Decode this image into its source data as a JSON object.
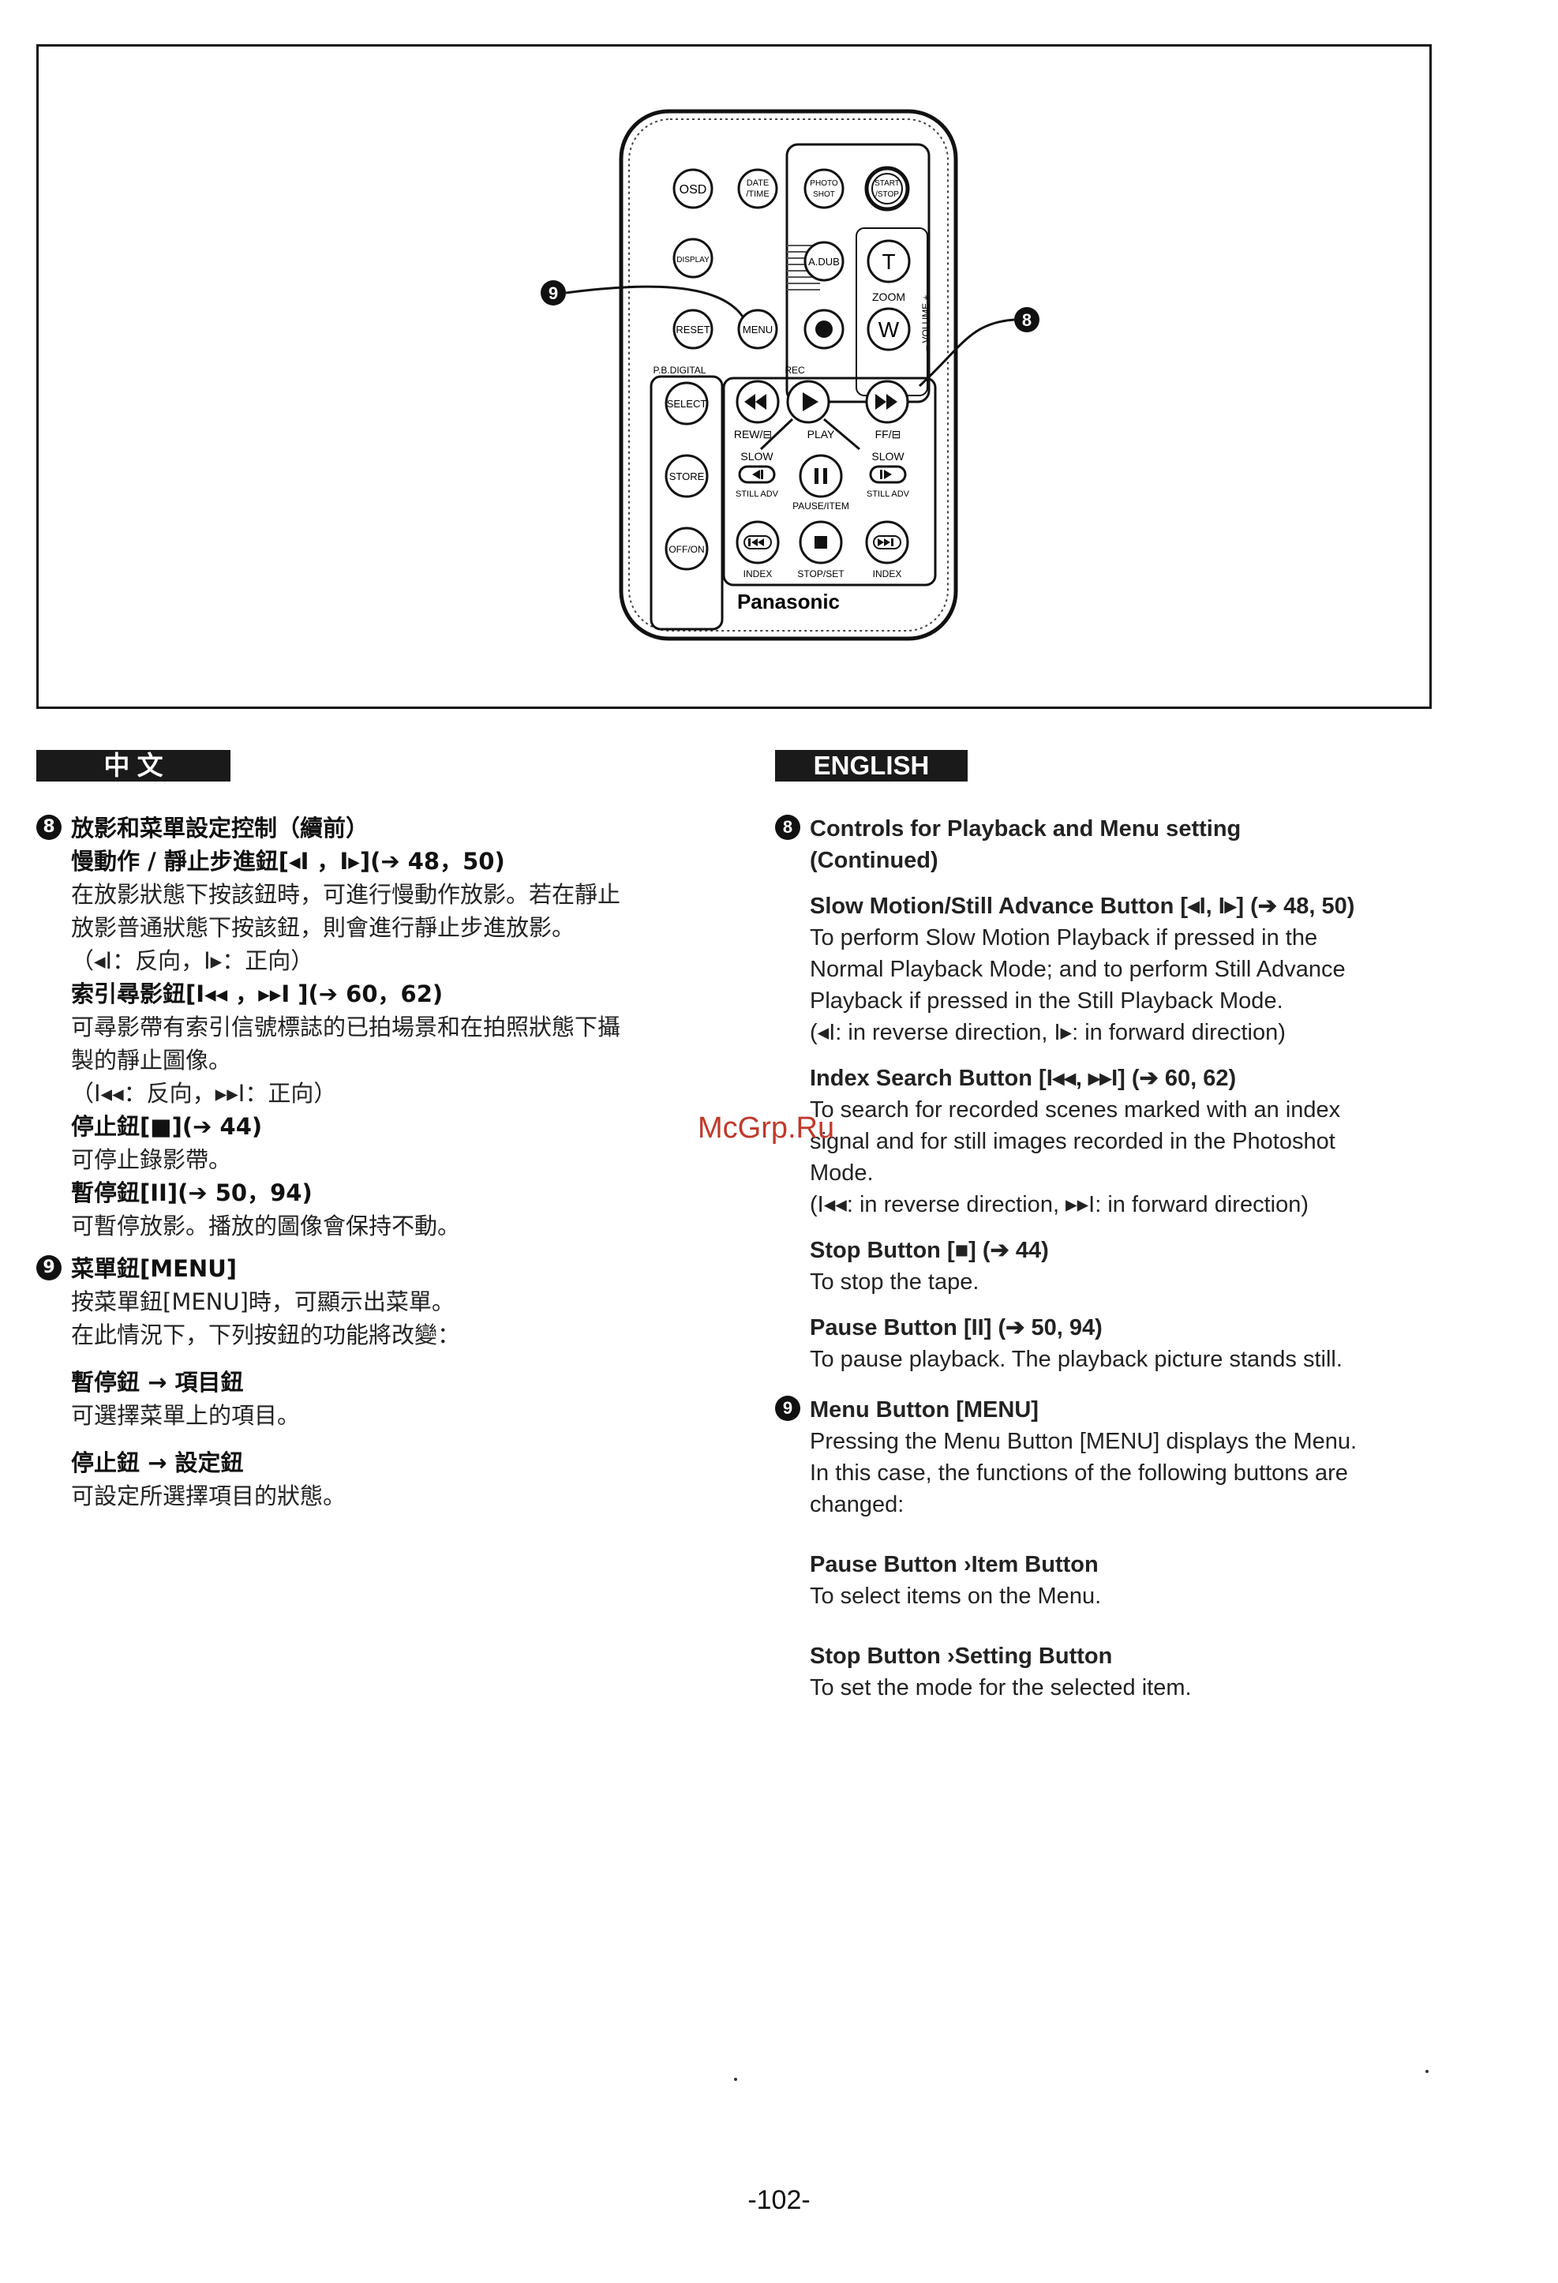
{
  "remote": {
    "buttons": {
      "osd": "OSD",
      "date_time": [
        "DATE",
        "/TIME"
      ],
      "photo_shot": [
        "PHOTO",
        "SHOT"
      ],
      "start_stop": [
        "START",
        "/STOP"
      ],
      "display": "DISPLAY",
      "a_dub": "A.DUB",
      "zoom_t": "T",
      "zoom_label": "ZOOM",
      "zoom_w": "W",
      "volume": "– VOLUME +",
      "reset": "RESET",
      "menu": "MENU",
      "pb_digital": "P.B.DIGITAL",
      "rec": "REC",
      "select": "SELECT",
      "store": "STORE",
      "off_on": "OFF/ON",
      "rew": "REW/⊟",
      "play": "PLAY",
      "ff": "FF/⊟",
      "slow_left": "SLOW",
      "slow_right": "SLOW",
      "still_adv_left": "STILL ADV",
      "still_adv_right": "STILL ADV",
      "pause_item": "PAUSE/ITEM",
      "index_left": "INDEX",
      "stop_set": "STOP/SET",
      "index_right": "INDEX",
      "brand": "Panasonic"
    },
    "callout_9": "9",
    "callout_8": "8"
  },
  "zh": {
    "tag": "中 文",
    "s8_num": "8",
    "s8_title": "放影和菜單設定控制（續前）",
    "s8_slow_hdr": "慢動作 / 靜止步進鈕[◂I ，I▸](➔ 48，50)",
    "s8_slow_1": "在放影狀態下按該鈕時，可進行慢動作放影。若在靜止",
    "s8_slow_2": "放影普通狀態下按該鈕，則會進行靜止步進放影。",
    "s8_slow_3": "（◂I：反向，I▸：正向）",
    "s8_index_hdr": "索引尋影鈕[I◂◂ ，▸▸I ](➔ 60，62)",
    "s8_index_1": "可尋影帶有索引信號標誌的已拍場景和在拍照狀態下攝",
    "s8_index_2": "製的靜止圖像。",
    "s8_index_3": "（I◂◂：反向，▸▸I：正向）",
    "s8_stop_hdr": "停止鈕[■](➔ 44)",
    "s8_stop_1": "可停止錄影帶。",
    "s8_pause_hdr": "暫停鈕[II](➔ 50，94)",
    "s8_pause_1": "可暫停放影。播放的圖像會保持不動。",
    "s9_num": "9",
    "s9_title": "菜單鈕[MENU]",
    "s9_1": "按菜單鈕[MENU]時，可顯示出菜單。",
    "s9_2": "在此情況下，下列按鈕的功能將改變：",
    "s9_pause_hdr": "暫停鈕 → 項目鈕",
    "s9_pause_1": "可選擇菜單上的項目。",
    "s9_stop_hdr": "停止鈕 → 設定鈕",
    "s9_stop_1": "可設定所選擇項目的狀態。"
  },
  "en": {
    "tag": "ENGLISH",
    "s8_num": "8",
    "s8_title_1": "Controls for Playback and Menu setting",
    "s8_title_2": "(Continued)",
    "s8_slow_hdr": "Slow Motion/Still Advance Button [◂I, I▸] (➔ 48, 50)",
    "s8_slow_1": "To perform Slow Motion Playback if pressed in the",
    "s8_slow_2": "Normal Playback Mode; and to perform Still Advance",
    "s8_slow_3": "Playback if pressed in the Still Playback Mode.",
    "s8_slow_4": "(◂I: in reverse direction, I▸: in forward direction)",
    "s8_index_hdr": "Index Search Button [I◂◂, ▸▸I] (➔ 60, 62)",
    "s8_index_1": "To search for recorded scenes marked with an index",
    "s8_index_2": "signal and for still images recorded in the Photoshot",
    "s8_index_3": "Mode.",
    "s8_index_4": "(I◂◂: in reverse direction, ▸▸I: in forward direction)",
    "s8_stop_hdr": "Stop Button [■] (➔ 44)",
    "s8_stop_1": "To stop the tape.",
    "s8_pause_hdr": "Pause Button [II] (➔ 50, 94)",
    "s8_pause_1": "To pause playback. The playback picture stands still.",
    "s9_num": "9",
    "s9_title": "Menu Button [MENU]",
    "s9_1": "Pressing the Menu Button [MENU] displays the Menu.",
    "s9_2": "In this case, the functions of the following buttons are",
    "s9_3": "changed:",
    "s9_pause_hdr": "Pause Button ›Item Button",
    "s9_pause_1": "To select items on the Menu.",
    "s9_stop_hdr": "Stop Button ›Setting Button",
    "s9_stop_1": "To set the mode for the selected item."
  },
  "watermark": "McGrp.Ru",
  "page_number": "-102-"
}
